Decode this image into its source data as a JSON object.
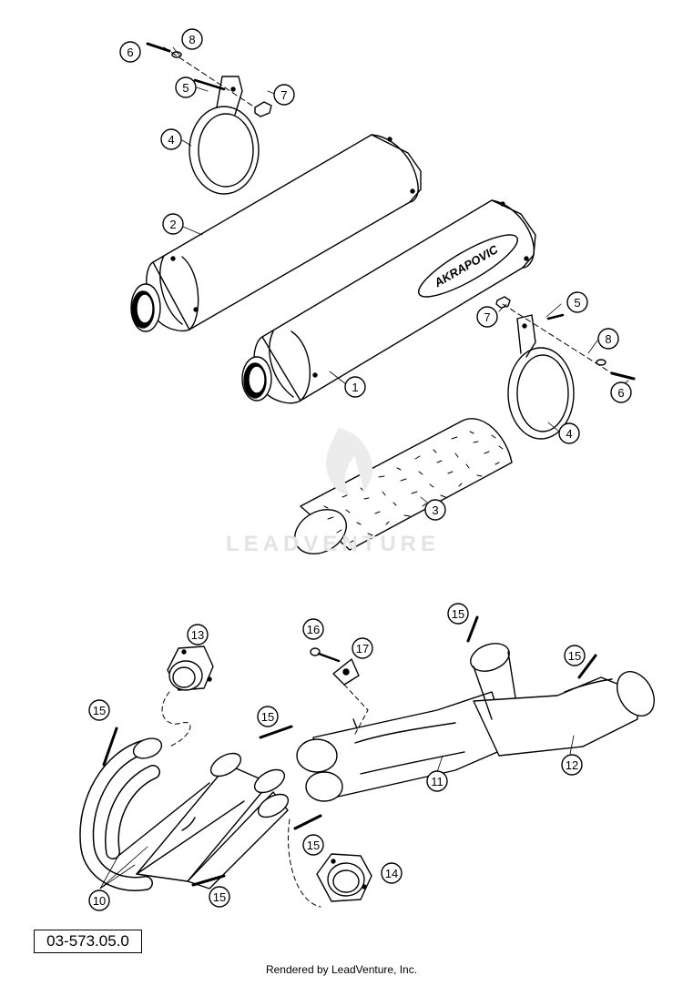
{
  "diagram": {
    "callouts": [
      {
        "label": "1"
      },
      {
        "label": "2"
      },
      {
        "label": "3"
      },
      {
        "label": "4"
      },
      {
        "label": "4"
      },
      {
        "label": "5"
      },
      {
        "label": "5"
      },
      {
        "label": "6"
      },
      {
        "label": "6"
      },
      {
        "label": "7"
      },
      {
        "label": "7"
      },
      {
        "label": "8"
      },
      {
        "label": "8"
      },
      {
        "label": "10"
      },
      {
        "label": "11"
      },
      {
        "label": "12"
      },
      {
        "label": "13"
      },
      {
        "label": "14"
      },
      {
        "label": "15"
      },
      {
        "label": "15"
      },
      {
        "label": "15"
      },
      {
        "label": "15"
      },
      {
        "label": "15"
      },
      {
        "label": "15"
      },
      {
        "label": "16"
      },
      {
        "label": "17"
      }
    ],
    "silencer_logo_text": "AKRAPOVIC",
    "watermark": "LEADVENTURE",
    "reference_number": "03-573.05.0",
    "footer": "Rendered by LeadVenture, Inc."
  }
}
